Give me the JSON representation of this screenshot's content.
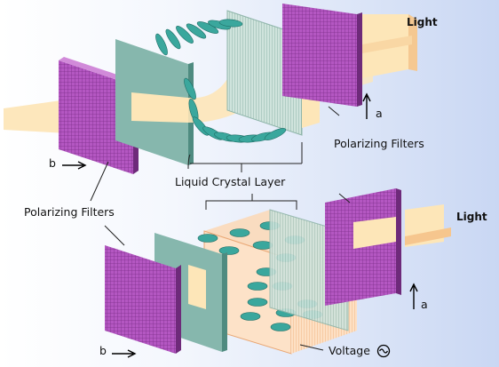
{
  "labels": {
    "light_top": "Light",
    "light_bottom": "Light",
    "a_top": "a",
    "a_bottom": "a",
    "b_top": "b",
    "b_bottom": "b",
    "polarizing_filters_right": "Polarizing Filters",
    "polarizing_filters_left": "Polarizing Filters",
    "liquid_crystal_layer": "Liquid Crystal Layer",
    "voltage": "Voltage"
  },
  "colors": {
    "filter_purple": "#a64bb6",
    "glass_teal": "#86b7ad",
    "light_beam": "#fde6b8",
    "crystal_teal": "#3aa79d",
    "background_blue": "#c9d7f3"
  }
}
